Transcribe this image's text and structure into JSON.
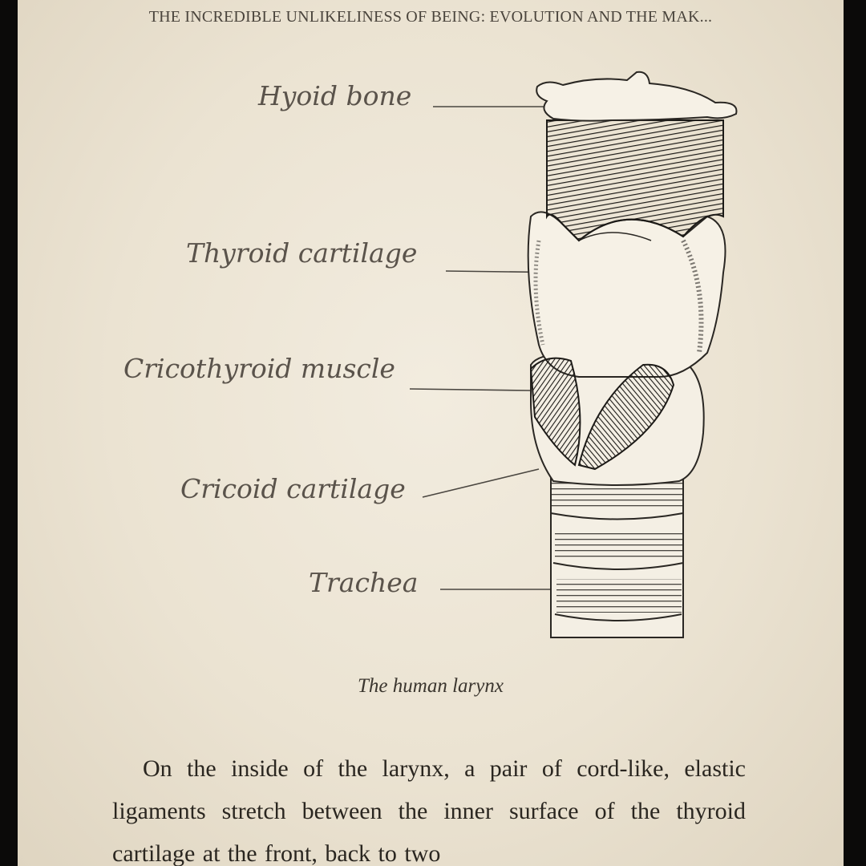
{
  "running_head": "THE INCREDIBLE UNLIKELINESS OF BEING: EVOLUTION AND THE MAK...",
  "figure": {
    "labels": {
      "hyoid": "Hyoid bone",
      "thyroid": "Thyroid cartilage",
      "cricothyroid": "Cricothyroid muscle",
      "cricoid": "Cricoid cartilage",
      "trachea": "Trachea"
    },
    "caption": "The human larynx"
  },
  "body": {
    "paragraph": "On the inside of the larynx, a pair of cord-like, elastic ligaments stretch between the inner surface of the thyroid cartilage at the front, back to two"
  }
}
